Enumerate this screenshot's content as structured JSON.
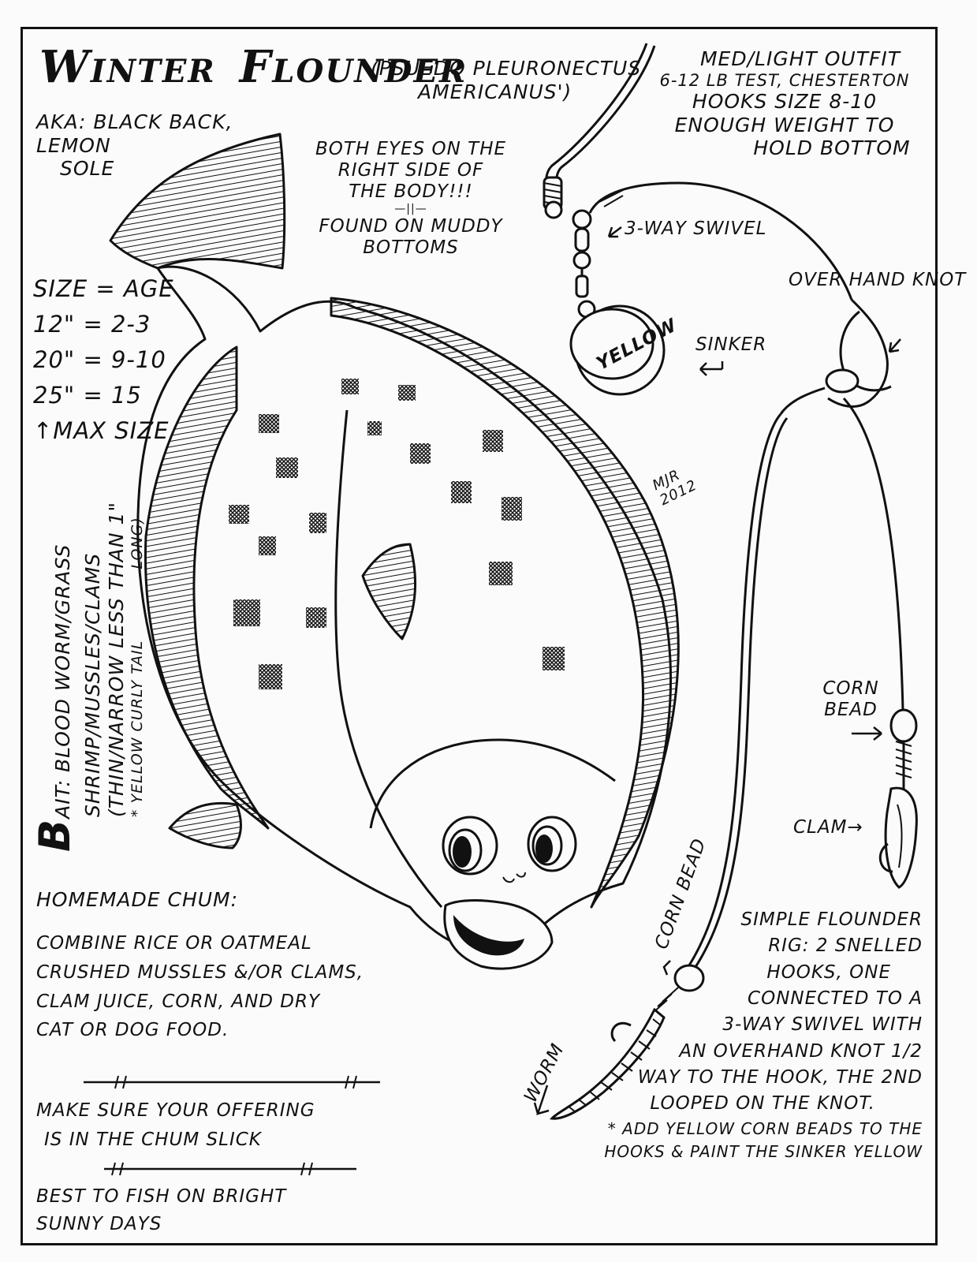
{
  "title": {
    "word1_initial": "W",
    "word1_rest": "INTER",
    "word2_initial": "F",
    "word2_rest": "LOUNDER",
    "scientific_line1": "(PSUEDO PLEURONECTUS",
    "scientific_line2": "AMERICANUS')"
  },
  "aka": {
    "line1": "AKA: BLACK BACK,",
    "line2": "LEMON",
    "line3": "SOLE"
  },
  "eyes_note": {
    "line1": "BOTH EYES ON THE",
    "line2": "RIGHT SIDE OF",
    "line3": "THE BODY!!!",
    "divider": "—||—",
    "line4": "FOUND ON MUDDY",
    "line5": "BOTTOMS"
  },
  "outfit": {
    "line1": "MED/LIGHT OUTFIT",
    "line2": "6-12 LB TEST, CHESTERTON",
    "line3": "HOOKS SIZE 8-10",
    "line4": "ENOUGH WEIGHT TO",
    "line5": "HOLD BOTTOM"
  },
  "size_age": {
    "header": "SIZE = AGE",
    "rows": [
      "12\" = 2-3",
      "20\" = 9-10",
      "25\" = 15"
    ],
    "note": "↑MAX SIZE"
  },
  "bait": {
    "initial": "B",
    "line1": "AIT: BLOOD WORM/GRASS",
    "line2": "SHRIMP/MUSSLES/CLAMS",
    "line3": "(THIN/NARROW LESS THAN 1\"",
    "line4": "* YELLOW CURLY TAIL",
    "line5": "LONG)"
  },
  "rig_labels": {
    "swivel": "3-WAY SWIVEL",
    "sinker_text": "YELLOW",
    "sinker": "SINKER",
    "knot": "OVER HAND KNOT",
    "corn_bead_right": "CORN BEAD",
    "clam": "CLAM→",
    "corn_bead_left": "CORN BEAD",
    "worm": "WORM",
    "signature": "MJR 2012"
  },
  "chum": {
    "header": "HOMEMADE CHUM:",
    "line1": "COMBINE RICE OR OATMEAL",
    "line2": "CRUSHED MUSSLES &/OR CLAMS,",
    "line3": "CLAM JUICE, CORN, AND DRY",
    "line4": "CAT OR DOG FOOD.",
    "tip1_line1": "MAKE SURE YOUR OFFERING",
    "tip1_line2": "IS IN THE CHUM SLICK",
    "tip2_line1": "BEST TO FISH ON BRIGHT",
    "tip2_line2": "SUNNY DAYS"
  },
  "rig_note": {
    "line1": "SIMPLE FLOUNDER",
    "line2": "RIG: 2 SNELLED",
    "line3": "HOOKS, ONE",
    "line4": "CONNECTED TO A",
    "line5": "3-WAY SWIVEL WITH",
    "line6": "AN OVERHAND KNOT 1/2",
    "line7": "WAY TO THE HOOK, THE 2ND",
    "line8": "LOOPED ON THE KNOT.",
    "line9": "* ADD YELLOW CORN BEADS TO THE",
    "line10": "HOOKS & PAINT THE SINKER YELLOW"
  },
  "ink_color": "#111111",
  "paper_color": "#fbfbfb",
  "icons": [
    "flounder-illustration",
    "fishing-rig-illustration",
    "sinker-icon",
    "worm-icon",
    "clam-bait-icon"
  ]
}
